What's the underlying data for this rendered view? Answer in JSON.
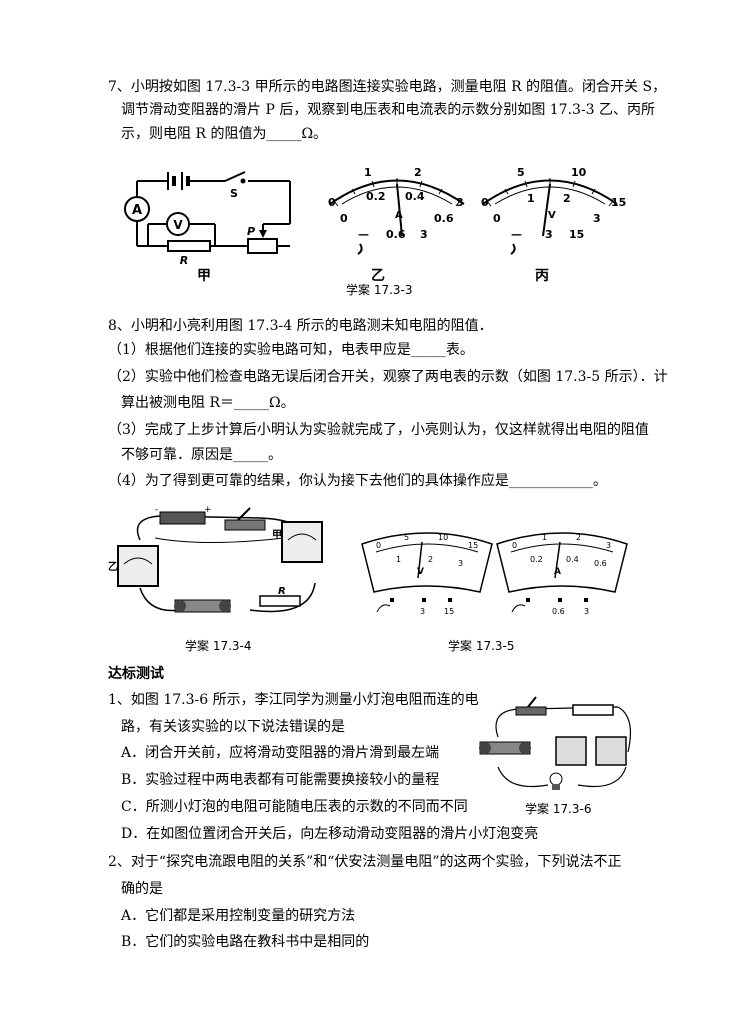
{
  "q7": {
    "l1": "7、小明按如图 17.3-3 甲所示的电路图连接实验电路，测量电阻 R 的阻值。闭合开关 S，",
    "l2": "调节滑动变阻器的滑片 P 后，观察到电压表和电流表的示数分别如图 17.3-3 乙、丙所",
    "l3": "示，则电阻 R 的阻值为_____Ω。"
  },
  "fig1733": {
    "jia_label": "甲",
    "yi_label": "乙",
    "bing_label": "丙",
    "caption": "学案 17.3-3",
    "circuit": {
      "S": "S",
      "A": "A",
      "V": "V",
      "R": "R",
      "P": "P"
    },
    "ammeter": {
      "outer": [
        "0",
        "1",
        "2",
        "3"
      ],
      "inner": [
        "0",
        "0.2",
        "0.4",
        "0.6"
      ],
      "unit": "A",
      "terminals": [
        "0.6",
        "3"
      ],
      "minus": "—"
    },
    "voltmeter": {
      "outer": [
        "0",
        "5",
        "10",
        "15"
      ],
      "inner": [
        "0",
        "1",
        "2",
        "3"
      ],
      "unit": "V",
      "terminals": [
        "3",
        "15"
      ],
      "minus": "—"
    }
  },
  "q8": {
    "l1": "8、小明和小亮利用图 17.3-4 所示的电路测未知电阻的阻值．",
    "l2": "（1）根据他们连接的实验电路可知，电表甲应是_____表。",
    "l3": "（2）实验中他们检查电路无误后闭合开关，观察了两电表的示数（如图 17.3-5 所示）．计",
    "l4": "算出被测电阻 R＝_____Ω。",
    "l5": "（3）完成了上步计算后小明认为实验就完成了，小亮则认为，仅这样就得出电阻的阻值",
    "l6": "不够可靠．原因是_____。",
    "l7": "（4）为了得到更可靠的结果，你认为接下去他们的具体操作应是____________。"
  },
  "fig1734": {
    "caption": "学案 17.3-4",
    "labels": {
      "yi": "乙",
      "jia": "甲",
      "R": "R",
      "plus": "+",
      "minus": "-"
    }
  },
  "fig1735": {
    "caption": "学案 17.3-5",
    "left": {
      "scale": [
        "0",
        "5",
        "10",
        "15"
      ],
      "inner": [
        "1",
        "2",
        "3"
      ],
      "unit": "V",
      "terminals": [
        "3",
        "15"
      ]
    },
    "right": {
      "scale": [
        "0",
        "1",
        "2",
        "3"
      ],
      "inner": [
        "0.2",
        "0.4",
        "0.6"
      ],
      "unit": "A",
      "terminals": [
        "0.6",
        "3"
      ]
    }
  },
  "section": {
    "title": "达标测试"
  },
  "t1": {
    "l1": "1、如图 17.3-6 所示，李江同学为测量小灯泡电阻而连的电",
    "l2": "路，有关该实验的以下说法错误的是",
    "A": "A．闭合开关前，应将滑动变阻器的滑片滑到最左端",
    "B": "B．实验过程中两电表都有可能需要换接较小的量程",
    "C": "C．所测小灯泡的电阻可能随电压表的示数的不同而不同",
    "D": "D．在如图位置闭合开关后，向左移动滑动变阻器的滑片小灯泡变亮",
    "fig_caption": "学案 17.3-6"
  },
  "t2": {
    "l1": "2、对于“探究电流跟电阻的关系”和“伏安法测量电阻”的这两个实验，下列说法不正",
    "l2": "确的是",
    "A": "A．它们都是采用控制变量的研究方法",
    "B": "B．它们的实验电路在教科书中是相同的"
  }
}
